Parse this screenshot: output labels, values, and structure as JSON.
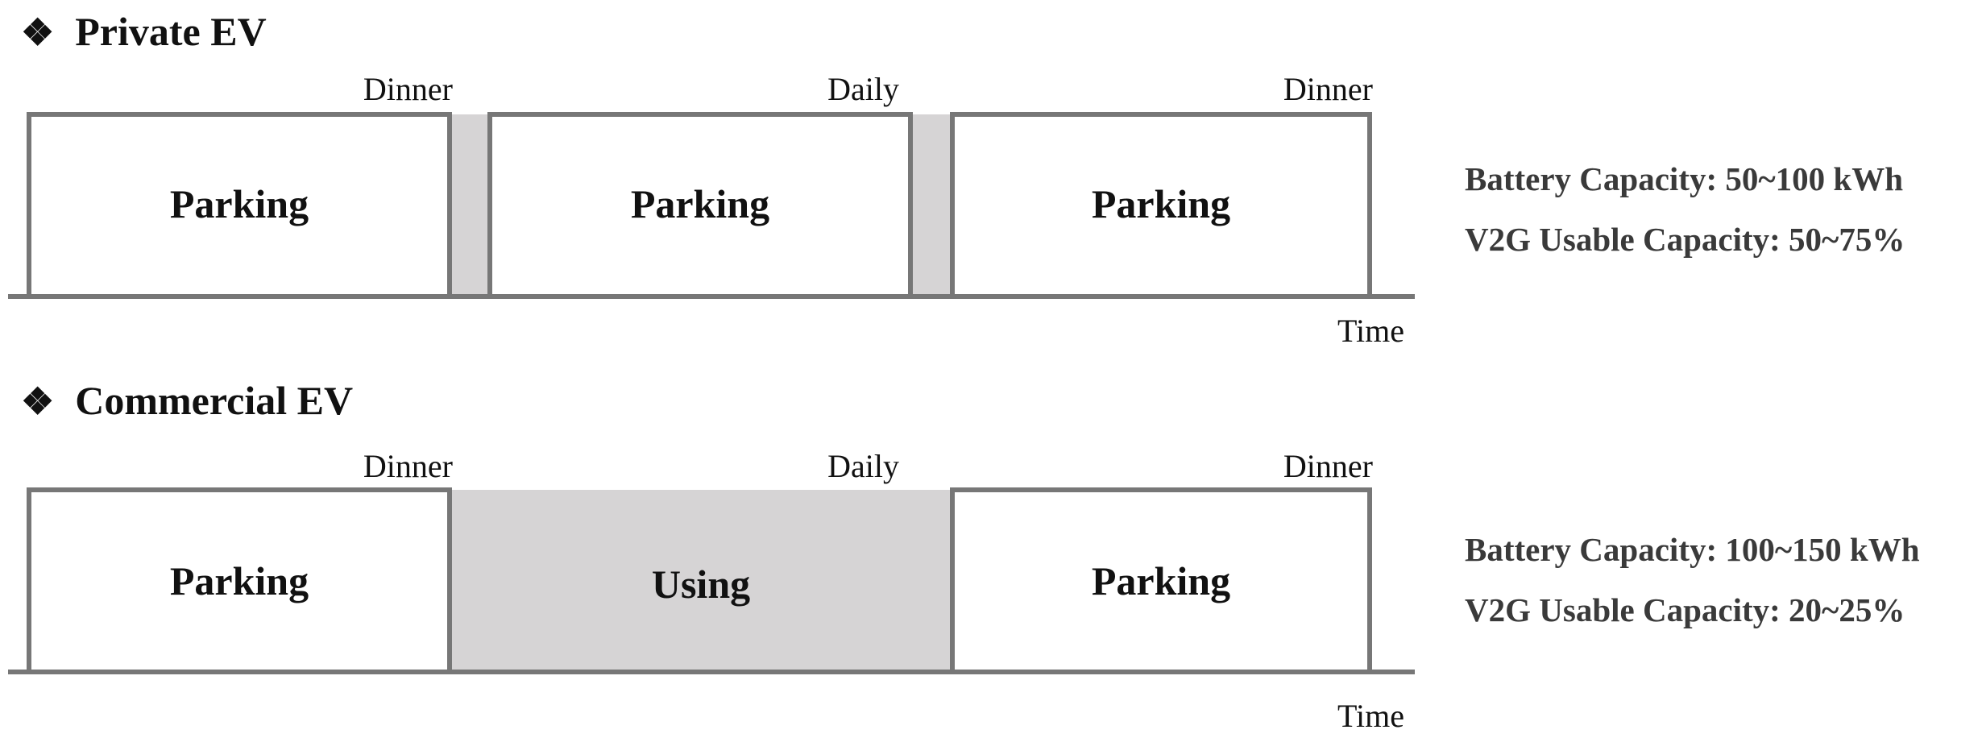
{
  "colors": {
    "line": "#777777",
    "fill_gap": "#d6d4d5",
    "text": "#111111",
    "spec_text": "#3a3a3a"
  },
  "private_ev": {
    "bullet_icon": "diamond-bullet-icon",
    "bullet": "❖",
    "title": "Private EV",
    "top_labels": [
      "Dinner",
      "Daily",
      "Dinner"
    ],
    "segments": [
      {
        "label": "Parking",
        "kind": "parking"
      },
      {
        "label": "",
        "kind": "using"
      },
      {
        "label": "Parking",
        "kind": "parking"
      },
      {
        "label": "",
        "kind": "using"
      },
      {
        "label": "Parking",
        "kind": "parking"
      }
    ],
    "axis_label": "Time",
    "specs": {
      "battery_capacity": "Battery Capacity: 50~100 kWh",
      "v2g_usable_capacity": "V2G Usable Capacity: 50~75%"
    }
  },
  "commercial_ev": {
    "bullet_icon": "diamond-bullet-icon",
    "bullet": "❖",
    "title": "Commercial EV",
    "top_labels": [
      "Dinner",
      "Daily",
      "Dinner"
    ],
    "segments": [
      {
        "label": "Parking",
        "kind": "parking"
      },
      {
        "label": "Using",
        "kind": "using"
      },
      {
        "label": "Parking",
        "kind": "parking"
      }
    ],
    "axis_label": "Time",
    "specs": {
      "battery_capacity": "Battery Capacity: 100~150 kWh",
      "v2g_usable_capacity": "V2G Usable Capacity: 20~25%"
    }
  }
}
